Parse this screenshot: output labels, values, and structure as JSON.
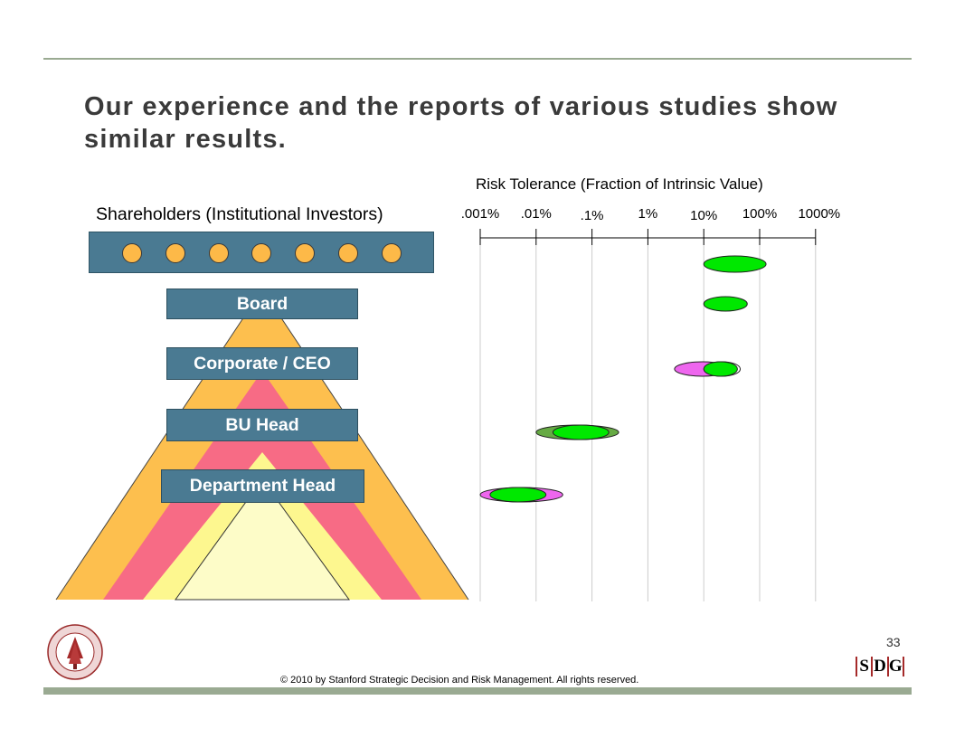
{
  "slide": {
    "title": "Our experience and the reports of various studies show similar results.",
    "page_number": "33",
    "copyright": "© 2010 by Stanford Strategic Decision and Risk Management. All rights reserved.",
    "logo_letters": [
      "S",
      "D",
      "G"
    ]
  },
  "chart": {
    "axis_title": "Risk Tolerance (Fraction of Intrinsic Value)",
    "scale": "log",
    "tick_labels": [
      ".001%",
      ".01%",
      ".1%",
      "1%",
      "10%",
      "100%",
      "1000%"
    ],
    "tick_values": [
      0.001,
      0.01,
      0.1,
      1,
      10,
      100,
      1000
    ]
  },
  "hierarchy": {
    "shareholders_label": "Shareholders (Institutional Investors)",
    "shareholder_dot_count": 7,
    "levels": [
      {
        "label": "Board",
        "ranges": [
          {
            "low": 10,
            "high": 60,
            "color": "#00e800"
          }
        ]
      },
      {
        "label": "Corporate / CEO",
        "ranges": [
          {
            "low": 3,
            "high": 30,
            "color": "#ee66ee"
          },
          {
            "low": 10,
            "high": 45,
            "color": "#ffffff"
          },
          {
            "low": 10,
            "high": 40,
            "color": "#00e800"
          }
        ]
      },
      {
        "label": "BU Head",
        "ranges": [
          {
            "low": 0.01,
            "high": 0.3,
            "color": "#66aa44"
          },
          {
            "low": 0.02,
            "high": 0.2,
            "color": "#00e800"
          }
        ]
      },
      {
        "label": "Department Head",
        "ranges": [
          {
            "low": 0.001,
            "high": 0.03,
            "color": "#ee66ee"
          },
          {
            "low": 0.0015,
            "high": 0.015,
            "color": "#00e800"
          }
        ]
      }
    ],
    "shareholders_range": {
      "low": 10,
      "high": 130,
      "color": "#00e800"
    }
  },
  "colors": {
    "box_fill": "#4a7a92",
    "dot_fill": "#fdb948",
    "pyramid_orange": "#fdbf4e",
    "pyramid_pink": "#f76b85",
    "pyramid_yellow": "#fdf78f",
    "pyramid_cream": "#fdfcc8"
  }
}
